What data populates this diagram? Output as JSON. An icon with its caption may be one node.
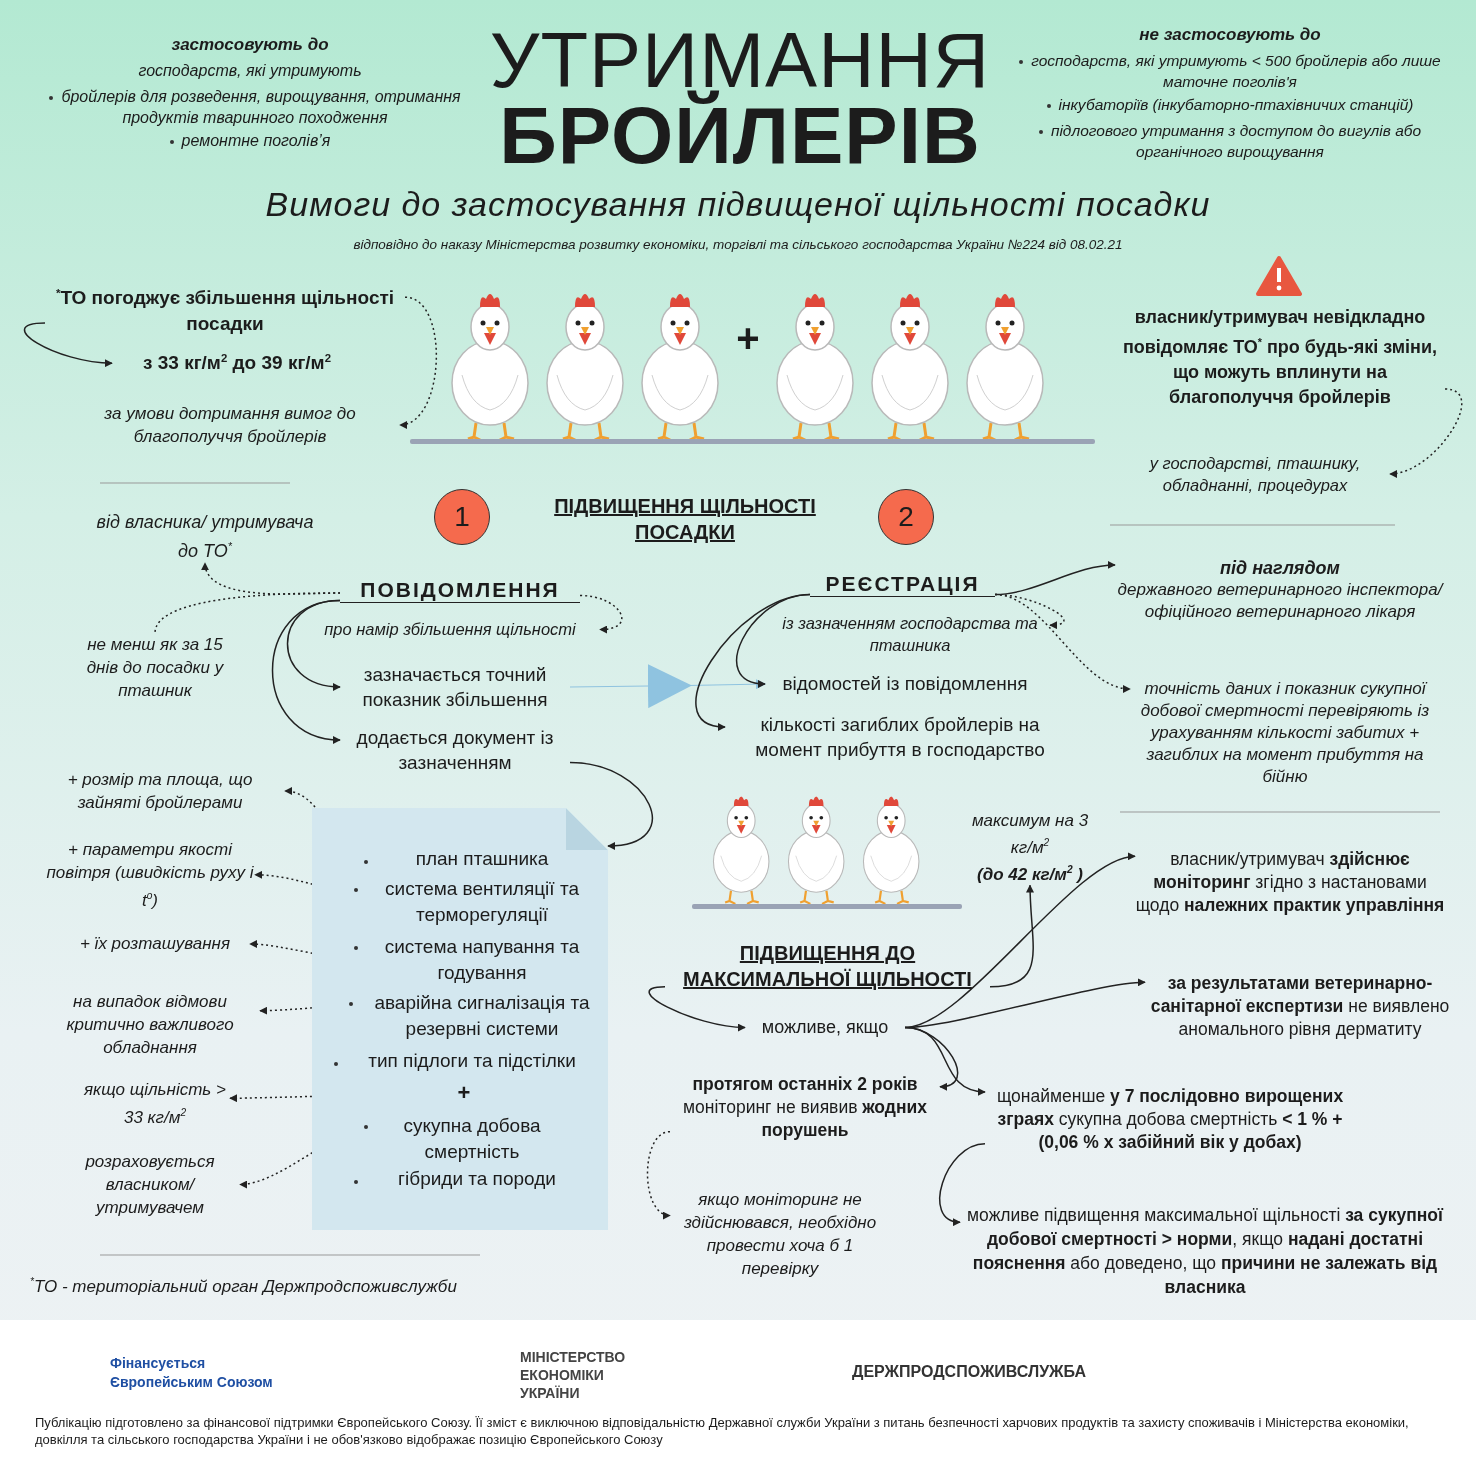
{
  "diagram": {
    "title": "УТРИМАННЯ **БРОЙЛЕРІВ**",
    "nodes": [
      {
        "text": [
          "$^{*}$ТО погоджує збільшення щільності посадки"
        ]
      },
      {
        "text": [
          "з 33 кг/м$^{2}$ до 39 кг/м$^{2}$"
        ]
      },
      {
        "text": [
          "за умови дотримання вимог до благополуччя бройлерів"
        ]
      },
      {
        "text": [
          "власник/утримувач невідкладно повідомляє ТО$^{*}$ про будь-які зміни, що можуть вплинути на благополуччя бройлерів"
        ]
      },
      {
        "text": [
          "у господарстві, пташнику, обладнанні, процедурах"
        ]
      },
      {
        "text": [
          "1"
        ]
      },
      {
        "text": [
          "ПІДВИЩЕННЯ ЩІЛЬНОСТІ ПОСАДКИ"
        ]
      },
      {
        "text": [
          "2"
        ]
      },
      {
        "text": [
          "ПОВІДОМЛЕННЯ"
        ]
      },
      {
        "text": [
          "від власника/ утримувача до ТО$^{*}$"
        ]
      },
      {
        "text": [
          "не менш як за 15 днів до посадки у пташник"
        ]
      },
      {
        "text": [
          "про намір збільшення щільності"
        ]
      },
      {
        "text": [
          "зазначається точний показник збільшення"
        ]
      },
      {
        "text": [
          "додається документ із зазначенням"
        ]
      },
      {
        "text": [],
        "shape": "box"
      },
      {
        "text": [
          "план пташника"
        ],
        "in": 14
      },
      {
        "text": [
          "система вентиляції та терморегуляції"
        ],
        "in": 14
      },
      {
        "text": [
          "система напування та годування"
        ],
        "in": 14
      },
      {
        "text": [
          "аварійна сигналізація та резервні системи"
        ],
        "in": 14
      },
      {
        "text": [
          "тип підлоги та підстілки"
        ],
        "in": 14
      },
      {
        "text": [
          "+"
        ],
        "in": 14
      },
      {
        "text": [
          "сукупна добова смертність"
        ],
        "in": 14
      },
      {
        "text": [
          "гібриди та породи"
        ],
        "in": 14
      },
      {
        "text": [
          "+ розмір та площа, що зайняті бройлерами"
        ]
      },
      {
        "text": [
          "+ параметри якості повітря (швидкість руху і t$^{o}$)"
        ]
      },
      {
        "text": [
          "+ їх розташування"
        ]
      },
      {
        "text": [
          "на випадок відмови критично важливого обладнання"
        ]
      },
      {
        "text": [
          "якщо щільність > 33 кг/м$^{2}$"
        ]
      },
      {
        "text": [
          "розраховується власником/ утримувачем"
        ]
      },
      {
        "text": [
          "РЕЄСТРАЦІЯ"
        ]
      },
      {
        "text": [
          "із зазначенням господарства та пташника"
        ]
      },
      {
        "text": [
          "відомостей із повідомлення"
        ]
      },
      {
        "text": [
          "кількості загиблих бройлерів на момент прибуття в господарство"
        ]
      },
      {
        "text": [
          "під наглядом",
          "державного ветеринарного інспектора/ офіційного ветеринарного лікаря"
        ]
      },
      {
        "text": [
          "точність даних і показник сукупної добової смертності перевіряють із урахуванням кількості забитих + загиблих на момент прибуття на бійню"
        ]
      },
      {
        "text": [
          "максимум на 3 кг/м$^{2}$",
          "(до 42 кг/м$^{2}$ )"
        ]
      },
      {
        "text": [
          "ПІДВИЩЕННЯ ДО МАКСИМАЛЬНОЇ ЩІЛЬНОСТІ"
        ]
      },
      {
        "text": [
          "можливе, якщо"
        ]
      },
      {
        "text": [
          "власник/утримувач **здійснює моніторинг** згідно з настановами щодо **належних практик управління**"
        ]
      },
      {
        "text": [
          "**за результатами ветеринарно-санітарної експертизи** не виявлено аномального рівня дерматиту"
        ]
      },
      {
        "text": [
          "щонайменше **у 7 послідовно вирощених зграях** сукупна добова смертність **< 1 % + (0,06 % x забійний вік у добах)**"
        ]
      },
      {
        "text": [
          "**протягом останніх 2 років** моніторинг не виявив **жодних порушень**"
        ]
      },
      {
        "text": [
          "якщо моніторинг не здійснювався, необхідно провести хоча б 1 перевірку"
        ]
      },
      {
        "text": [
          "можливе підвищення максимальної щільності **за сукупної добової смертності > норми**, якщо **надані достатні пояснення** або доведено, що **причини не залежать від власника**"
        ]
      }
    ],
    "edges": [
      {
        "from": 0,
        "to": 1,
        "arrow": "to"
      },
      {
        "from": 0,
        "to": 2,
        "arrow": "to",
        "style": "dashed"
      },
      {
        "from": 3,
        "to": 4,
        "arrow": "to",
        "style": "dashed"
      },
      {
        "from": 8,
        "to": 9,
        "arrow": "to",
        "style": "dashed"
      },
      {
        "from": 8,
        "to": 10,
        "arrow": "none",
        "style": "dashed"
      },
      {
        "from": 8,
        "to": 11,
        "arrow": "to",
        "style": "dashed"
      },
      {
        "from": 8,
        "to": 12,
        "arrow": "to"
      },
      {
        "from": 8,
        "to": 13,
        "arrow": "to"
      },
      {
        "from": 13,
        "to": 14,
        "arrow": "to"
      },
      {
        "from": 15,
        "to": 23,
        "arrow": "to",
        "style": "dashed"
      },
      {
        "from": 16,
        "to": 24,
        "arrow": "to",
        "style": "dashed"
      },
      {
        "from": 17,
        "to": 25,
        "arrow": "to",
        "style": "dashed"
      },
      {
        "from": 18,
        "to": 26,
        "arrow": "to",
        "style": "dashed"
      },
      {
        "from": 20,
        "to": 27,
        "arrow": "to",
        "style": "dashed"
      },
      {
        "from": 21,
        "to": 28,
        "arrow": "to",
        "style": "dashed"
      },
      {
        "from": 12,
        "to": 31,
        "arrow": "to",
        "color": "#8fc3e0"
      },
      {
        "from": 29,
        "to": 30,
        "arrow": "to",
        "style": "dashed"
      },
      {
        "from": 29,
        "to": 31,
        "arrow": "to"
      },
      {
        "from": 29,
        "to": 32,
        "arrow": "to"
      },
      {
        "from": 29,
        "to": 33,
        "arrow": "to"
      },
      {
        "from": 29,
        "to": 34,
        "arrow": "to",
        "style": "dashed"
      },
      {
        "from": 36,
        "to": 35,
        "arrow": "to"
      },
      {
        "from": 36,
        "to": 37,
        "arrow": "to"
      },
      {
        "from": 37,
        "to": 38,
        "arrow": "to"
      },
      {
        "from": 37,
        "to": 39,
        "arrow": "to"
      },
      {
        "from": 37,
        "to": 40,
        "arrow": "to"
      },
      {
        "from": 37,
        "to": 41,
        "arrow": "to"
      },
      {
        "from": 41,
        "to": 42,
        "arrow": "to",
        "style": "dashed"
      },
      {
        "from": 40,
        "to": 43,
        "arrow": "to"
      }
    ],
    "labels": [
      "застосовують до",
      "господарств, які утримують",
      "бройлерів для розведення, вирощування, отримання продуктів тваринного походження",
      "ремонтне поголів’я",
      "не застосовують до",
      "господарств, які утримують < 500 бройлерів або лише маточне поголів'я",
      "інкубаторіїв (інкубаторно-птахівничих станцій)",
      "підлогового утримання з доступом до вигулів або органічного вирощування",
      "Вимоги до застосування підвищеної щільності посадки",
      "відповідно до наказу Міністерства розвитку економіки, торгівлі та сільського господарства України №224 від 08.02.21",
      "+",
      "$^{*}$ТО - територіальний орган Держпродспоживслужби",
      "Фінансується Європейським Союзом",
      "МІНІСТЕРСТВО ЕКОНОМІКИ УКРАЇНИ",
      "ДЕРЖПРОДСПОЖИВСЛУЖБА",
      "Публікацію підготовлено за фінансової підтримки Європейського Союзу. Її зміст є виключною відповідальністю Державної служби України з питань безпечності харчових продуктів та захисту споживачів і Міністерства економіки, довкілля та сільського господарства України і не обов'язково відображає позицію Європейського Союзу"
    ]
  }
}
